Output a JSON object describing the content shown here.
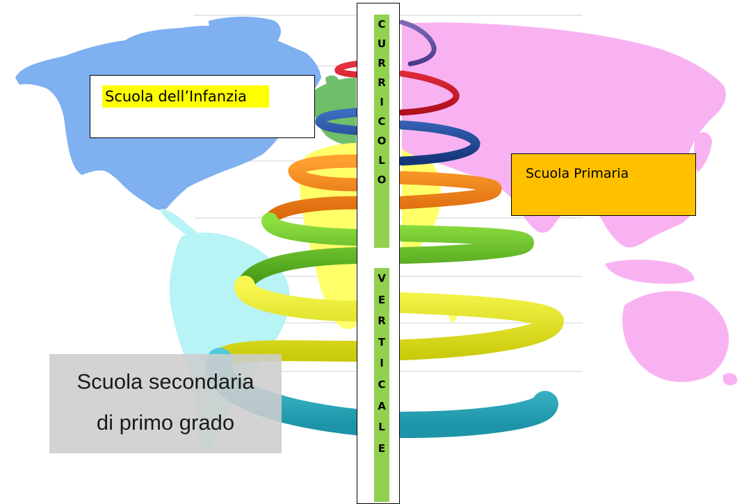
{
  "labels": {
    "infanzia": "Scuola dell’Infanzia",
    "primaria": "Scuola Primaria",
    "secondaria_line1": "Scuola secondaria",
    "secondaria_line2": "di primo grado"
  },
  "vertical_title": {
    "word1": [
      "C",
      "U",
      "R",
      "R",
      "I",
      "C",
      "O",
      "L",
      "O"
    ],
    "word2": [
      "V",
      "E",
      "R",
      "T",
      "I",
      "C",
      "A",
      "L",
      "E"
    ]
  },
  "colors": {
    "infanzia_highlight": "#ffff00",
    "primaria_fill": "#ffc000",
    "secondaria_fill": "#cdcdcd",
    "title_highlight": "#92d050",
    "spiral": [
      "#5b4a9c",
      "#d1192c",
      "#1f4fa0",
      "#ee7d16",
      "#5db61f",
      "#e5e514",
      "#2eb3c6"
    ],
    "map_americas_north": "#7fb0f0",
    "map_americas_south": "#b8f3f5",
    "map_europe": "#6fbf6a",
    "map_africa": "#ffff6a",
    "map_asia_oceania": "#f8b2f2"
  },
  "icons": [
    "world-map",
    "rainbow-spiral"
  ]
}
